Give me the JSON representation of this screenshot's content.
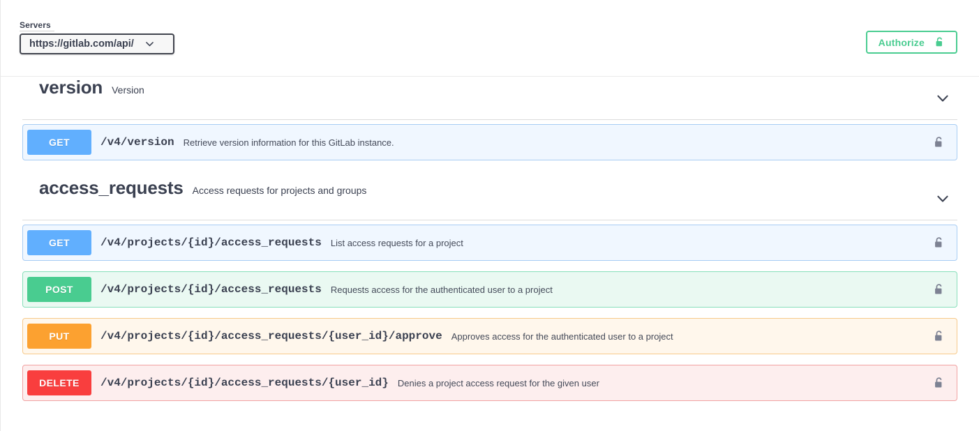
{
  "topbar": {
    "servers_label": "Servers",
    "server_value": "https://gitlab.com/api/",
    "server_options": [
      "https://gitlab.com/api/"
    ],
    "caret_icon": "chevron-down-icon",
    "authorize_label": "Authorize",
    "authorize_icon": "unlocked-padlock-icon",
    "authorize_color": "#49cc90"
  },
  "sections": [
    {
      "name": "version",
      "description": "Version",
      "collapse_icon": "chevron-down-icon",
      "operations": [
        {
          "method": "GET",
          "path": "/v4/version",
          "summary": "Retrieve version information for this GitLab instance.",
          "lock_icon": "unlocked-padlock-icon",
          "method_color": "#61affe"
        }
      ]
    },
    {
      "name": "access_requests",
      "description": "Access requests for projects and groups",
      "collapse_icon": "chevron-down-icon",
      "operations": [
        {
          "method": "GET",
          "path": "/v4/projects/{id}/access_requests",
          "summary": "List access requests for a project",
          "lock_icon": "unlocked-padlock-icon",
          "method_color": "#61affe"
        },
        {
          "method": "POST",
          "path": "/v4/projects/{id}/access_requests",
          "summary": "Requests access for the authenticated user to a project",
          "lock_icon": "unlocked-padlock-icon",
          "method_color": "#49cc90"
        },
        {
          "method": "PUT",
          "path": "/v4/projects/{id}/access_requests/{user_id}/approve",
          "summary": "Approves access for the authenticated user to a project",
          "lock_icon": "unlocked-padlock-icon",
          "method_color": "#fca130"
        },
        {
          "method": "DELETE",
          "path": "/v4/projects/{id}/access_requests/{user_id}",
          "summary": "Denies a project access request for the given user",
          "lock_icon": "unlocked-padlock-icon",
          "method_color": "#f93e3e"
        }
      ]
    }
  ]
}
